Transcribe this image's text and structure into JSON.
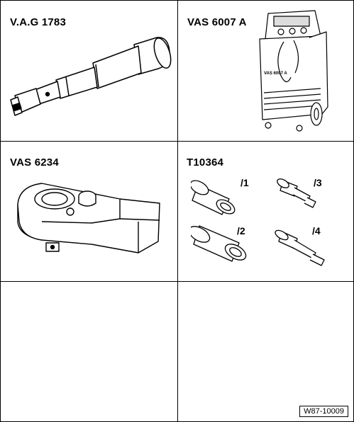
{
  "cells": [
    {
      "label": "V.A.G 1783",
      "icon": "torque-wrench-icon"
    },
    {
      "label": "VAS 6007 A",
      "icon": "ac-service-station-icon",
      "machine_label": "VAS 6007 A"
    },
    {
      "label": "VAS 6234",
      "icon": "ratchet-adapter-icon"
    },
    {
      "label": "T10364",
      "icon": "socket-set-icon",
      "parts": [
        "/1",
        "/2",
        "/3",
        "/4"
      ]
    },
    {
      "label": "",
      "icon": ""
    },
    {
      "label": "",
      "icon": ""
    }
  ],
  "figure_id": "W87-10009"
}
